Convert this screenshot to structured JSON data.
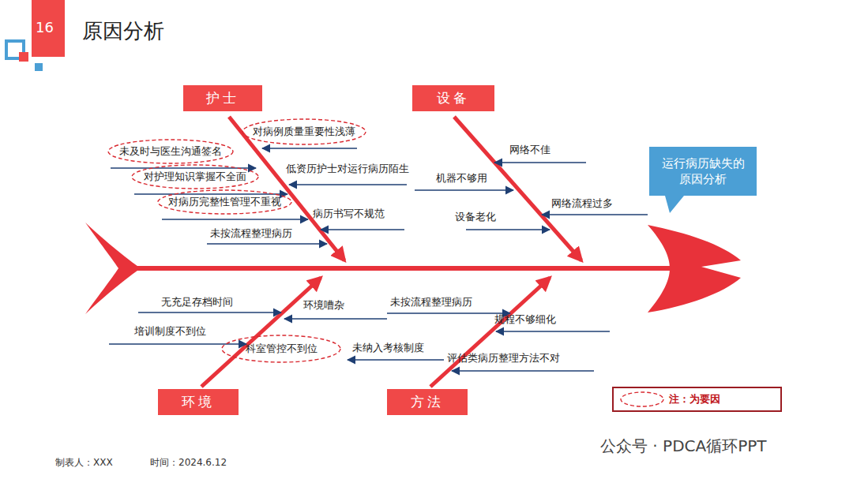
{
  "diagram": {
    "title": "原因分析",
    "nodes": [
      {
        "text": [
          "护士"
        ]
      },
      {
        "text": [
          "设备"
        ]
      },
      {
        "text": [
          "运行病历缺失的原因分析"
        ]
      },
      {
        "text": [
          "环境"
        ]
      },
      {
        "text": [
          "方法"
        ]
      },
      {
        "text": [
          "对病例质量重要性浅薄"
        ]
      },
      {
        "text": [
          "未及时与医生沟通签名"
        ]
      },
      {
        "text": [
          "对护理知识掌握不全面"
        ]
      },
      {
        "text": [
          "对病历完整性管理不重视"
        ]
      },
      {
        "text": [
          "科室管控不到位"
        ]
      }
    ],
    "labels": [
      "16",
      "低资历护士对运行病历陌生",
      "病历书写不规范",
      "未按流程整理病历",
      "网络不佳",
      "机器不够用",
      "网络流程过多",
      "设备老化",
      "无充足存档时间",
      "环境嘈杂",
      "培训制度不到位",
      "未纳入考核制度",
      "未按流程整理病历",
      "规程不够细化",
      "评估类病历整理方法不对",
      "制表人：XXX",
      "时间：2024.6.12",
      "公众号 · PDCA循环PPT"
    ],
    "legend": [
      {
        "text": "注：为要因"
      }
    ]
  }
}
